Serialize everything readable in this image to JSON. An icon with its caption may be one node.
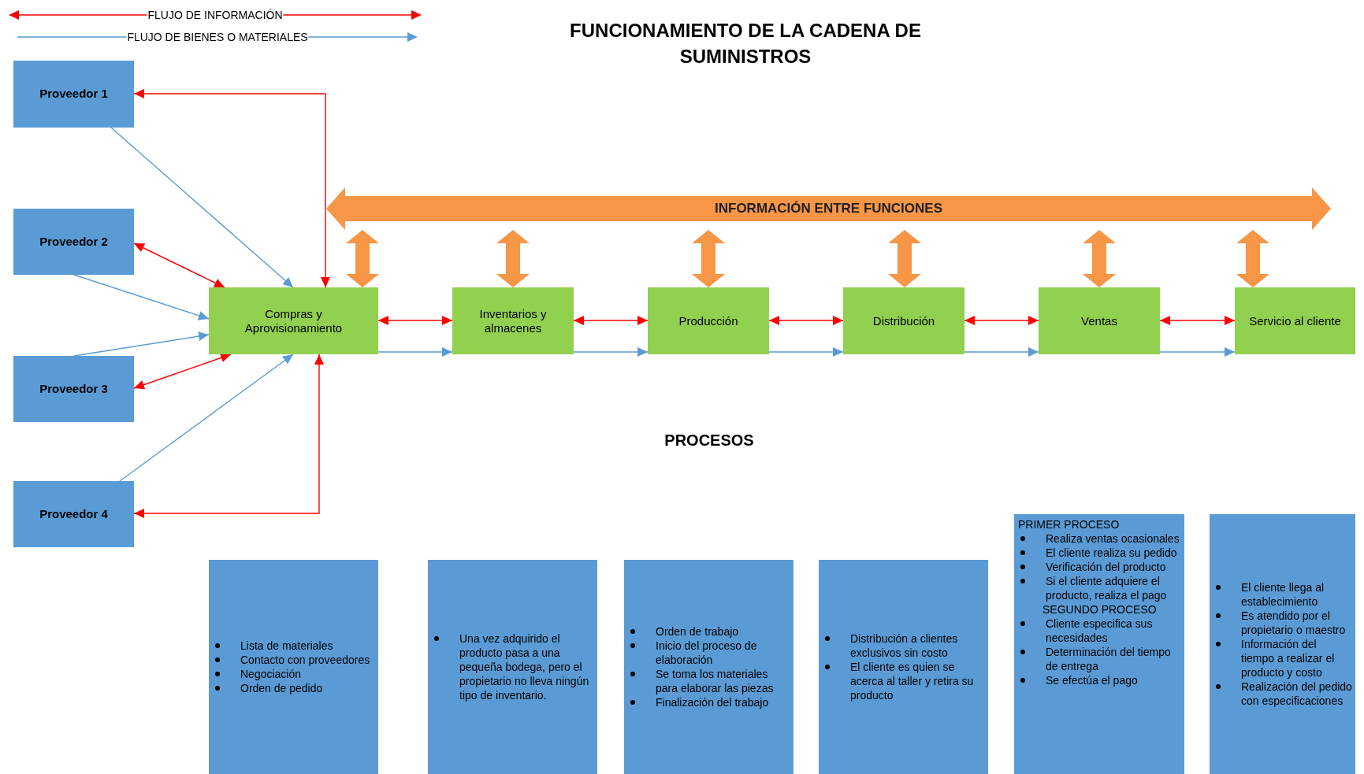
{
  "diagram": {
    "title": "FUNCIONAMIENTO DE LA CADENA DE SUMINISTROS",
    "nodes": [
      {
        "text": [
          "Proveedor 1"
        ]
      },
      {
        "text": [
          "Proveedor 2"
        ]
      },
      {
        "text": [
          "Proveedor 3"
        ]
      },
      {
        "text": [
          "Proveedor 4"
        ]
      },
      {
        "text": [
          "Compras y Aprovisionamiento"
        ]
      },
      {
        "text": [
          "Inventarios y almacenes"
        ]
      },
      {
        "text": [
          "Producción"
        ]
      },
      {
        "text": [
          "Distribución"
        ]
      },
      {
        "text": [
          "Ventas"
        ]
      },
      {
        "text": [
          "Servicio al cliente"
        ]
      },
      {
        "text": [
          "INFORMACIÓN ENTRE FUNCIONES"
        ]
      },
      {
        "text": [
          "Lista de materiales",
          "Contacto con proveedores",
          "Negociación",
          "Orden de pedido"
        ]
      },
      {
        "text": [
          "Una vez adquirido el producto pasa a una pequeña bodega, pero el propietario no lleva ningún tipo de inventario."
        ]
      },
      {
        "text": [
          "Orden de trabajo",
          "Inicio del proceso de elaboración",
          "Se toma los materiales para elaborar las piezas",
          "Finalización del trabajo"
        ]
      },
      {
        "text": [
          "Distribución a clientes exclusivos sin costo",
          "El cliente es quien se acerca al taller y retira su producto"
        ]
      },
      {
        "text": [
          "PRIMER PROCESO",
          "Realiza ventas ocasionales",
          "El cliente realiza su pedido",
          "Verificación del producto",
          "Si el cliente adquiere el producto, realiza el pago",
          "SEGUNDO PROCESO",
          "Cliente especifica sus necesidades",
          "Determinación del tiempo de entrega",
          "Se efectúa el pago"
        ]
      },
      {
        "text": [
          "El cliente llega al establecimiento",
          "Es atendido por el propietario o maestro",
          "Información del tiempo a realizar el producto y costo",
          "Realización del pedido con especificaciones"
        ]
      }
    ],
    "edges": [
      {
        "from": 0,
        "to": 4,
        "arrow": "to",
        "color": "#5b9bd5"
      },
      {
        "from": 0,
        "to": 4,
        "arrow": "both",
        "color": "#ff0000"
      },
      {
        "from": 1,
        "to": 4,
        "arrow": "both",
        "color": "#ff0000"
      },
      {
        "from": 1,
        "to": 4,
        "arrow": "to",
        "color": "#5b9bd5"
      },
      {
        "from": 2,
        "to": 4,
        "arrow": "to",
        "color": "#5b9bd5"
      },
      {
        "from": 2,
        "to": 4,
        "arrow": "both",
        "color": "#ff0000"
      },
      {
        "from": 3,
        "to": 4,
        "arrow": "to",
        "color": "#5b9bd5"
      },
      {
        "from": 3,
        "to": 4,
        "arrow": "both",
        "color": "#ff0000"
      },
      {
        "from": 4,
        "to": 5,
        "arrow": "both",
        "color": "#ff0000"
      },
      {
        "from": 4,
        "to": 5,
        "arrow": "to",
        "color": "#5b9bd5"
      },
      {
        "from": 5,
        "to": 6,
        "arrow": "both",
        "color": "#ff0000"
      },
      {
        "from": 5,
        "to": 6,
        "arrow": "to",
        "color": "#5b9bd5"
      },
      {
        "from": 6,
        "to": 7,
        "arrow": "both",
        "color": "#ff0000"
      },
      {
        "from": 6,
        "to": 7,
        "arrow": "to",
        "color": "#5b9bd5"
      },
      {
        "from": 7,
        "to": 8,
        "arrow": "both",
        "color": "#ff0000"
      },
      {
        "from": 7,
        "to": 8,
        "arrow": "to",
        "color": "#5b9bd5"
      },
      {
        "from": 8,
        "to": 9,
        "arrow": "both",
        "color": "#ff0000"
      },
      {
        "from": 8,
        "to": 9,
        "arrow": "to",
        "color": "#5b9bd5"
      },
      {
        "from": 10,
        "to": 4,
        "arrow": "both",
        "style": "thick",
        "color": "#f79646"
      },
      {
        "from": 10,
        "to": 5,
        "arrow": "both",
        "style": "thick",
        "color": "#f79646"
      },
      {
        "from": 10,
        "to": 6,
        "arrow": "both",
        "style": "thick",
        "color": "#f79646"
      },
      {
        "from": 10,
        "to": 7,
        "arrow": "both",
        "style": "thick",
        "color": "#f79646"
      },
      {
        "from": 10,
        "to": 8,
        "arrow": "both",
        "style": "thick",
        "color": "#f79646"
      },
      {
        "from": 10,
        "to": 9,
        "arrow": "both",
        "style": "thick",
        "color": "#f79646"
      }
    ],
    "labels": [
      "PROCESOS"
    ],
    "legend": [
      {
        "text": "FLUJO DE INFORMACIÓN"
      },
      {
        "text": "FLUJO DE BIENES O MATERIALES"
      }
    ]
  }
}
